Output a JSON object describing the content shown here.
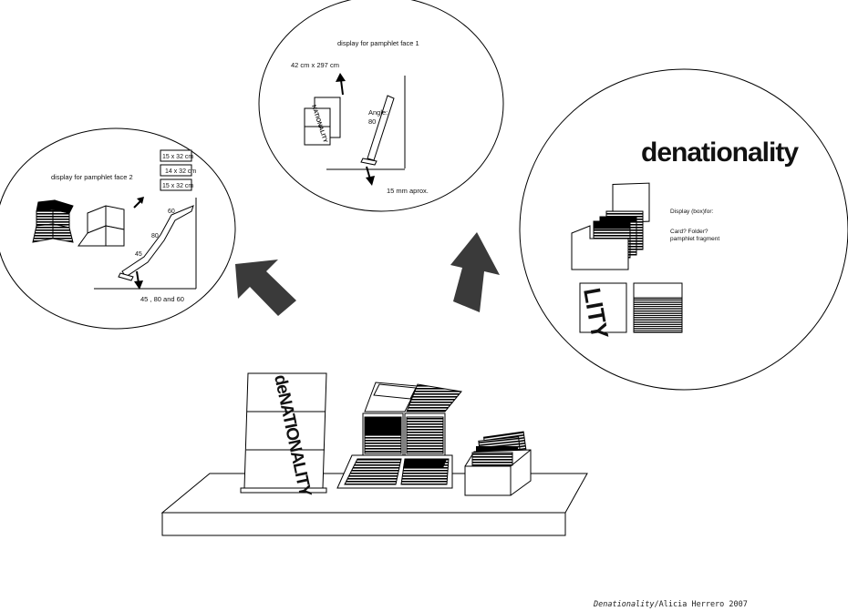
{
  "face1": {
    "title": "display for pamphlet face 1",
    "size": "42 cm x 297 cm",
    "angle_line1": "Angle:",
    "angle_line2": "80",
    "depth": "15 mm aprox.",
    "sign_text": "NATIONALITY"
  },
  "face2": {
    "title": "display for pamphlet face 2",
    "sizes": [
      "15 x 32 cm",
      "14 x 32 cm",
      "15 x 32 cm"
    ],
    "angles": [
      "60",
      "80",
      "45"
    ],
    "angles_caption": "45 , 80  and 60"
  },
  "box": {
    "brand": "denationality",
    "display_line1": "Display (box)for:",
    "display_line2": "Card? Folder?",
    "display_line3": "pamphlet fragment",
    "card_text": "LITY"
  },
  "table": {
    "pamphlet_text": "deNATIONALITY"
  },
  "credit": {
    "title": "Denationality",
    "author": "/Alicia Herrero 2007"
  },
  "colors": {
    "ink": "#000000",
    "arrow": "#3a3a3a",
    "paper": "#ffffff"
  }
}
